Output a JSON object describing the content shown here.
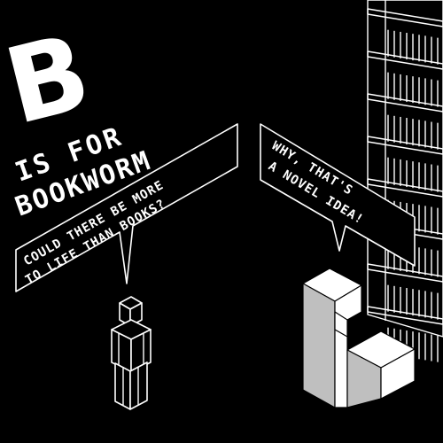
{
  "title": {
    "letter": "B",
    "line1": "IS FOR",
    "line2": "BOOKWORM"
  },
  "left_bubble": {
    "line1": "COULD THERE BE MORE",
    "line2": "TO LIFE THAN BOOKS?"
  },
  "right_bubble": {
    "line1": "WHY, THAT'S",
    "line2": "A NOVEL IDEA!"
  },
  "colors": {
    "background": "#000000",
    "foreground": "#ffffff"
  }
}
